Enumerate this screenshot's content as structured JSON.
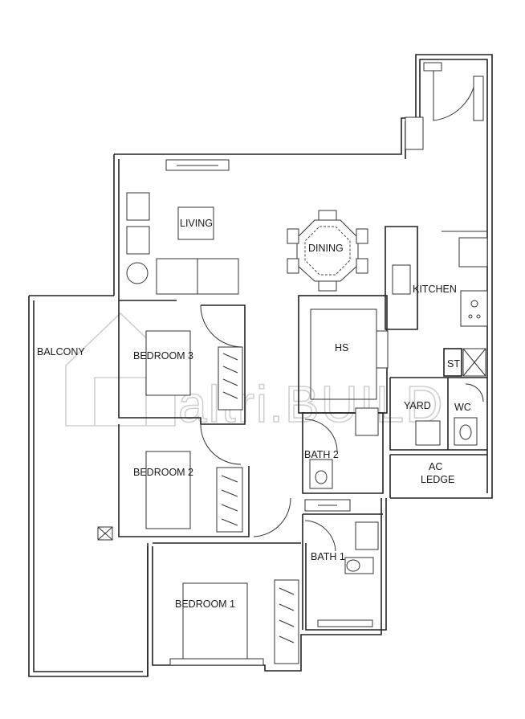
{
  "rooms": {
    "living": "LIVING",
    "dining": "DINING",
    "kitchen": "KITCHEN",
    "hs": "HS",
    "st": "ST",
    "yard": "YARD",
    "wc": "WC",
    "ac_ledge_line1": "AC",
    "ac_ledge_line2": "LEDGE",
    "balcony": "BALCONY",
    "bedroom3": "BEDROOM 3",
    "bedroom2": "BEDROOM 2",
    "bedroom1": "BEDROOM 1",
    "bath2": "BATH 2",
    "bath1": "BATH 1"
  },
  "watermark": "altri.BUILD",
  "colors": {
    "wall": "#222222",
    "watermark": "#d0d0d0",
    "background": "#ffffff"
  }
}
